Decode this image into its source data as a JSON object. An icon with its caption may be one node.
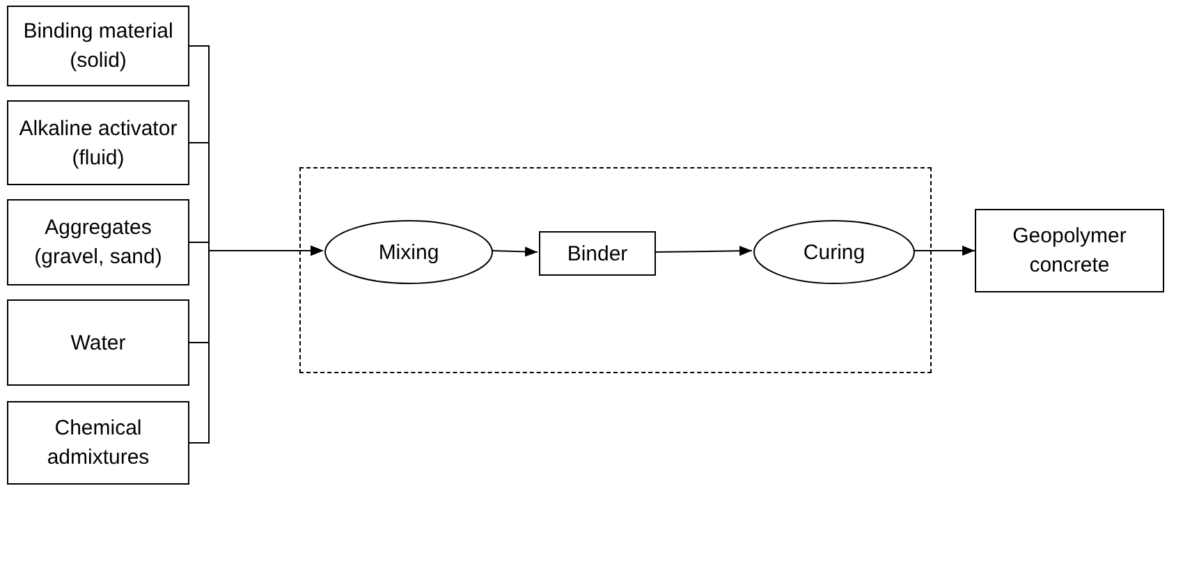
{
  "diagram": {
    "nodes": [
      {
        "text": [
          "Binding material (solid)"
        ]
      },
      {
        "text": [
          "Alkaline activator (fluid)"
        ]
      },
      {
        "text": [
          "Aggregates (gravel, sand)"
        ]
      },
      {
        "text": [
          "Water"
        ]
      },
      {
        "text": [
          "Chemical admixtures"
        ]
      },
      {
        "text": [],
        "shape": "box"
      },
      {
        "text": [
          "Mixing"
        ],
        "in": 5
      },
      {
        "text": [
          "Binder"
        ],
        "in": 5
      },
      {
        "text": [
          "Curing"
        ],
        "in": 5
      },
      {
        "text": [
          "Geopolymer concrete"
        ]
      }
    ],
    "edges": [
      {
        "from": 0,
        "to": 6,
        "arrow": "to"
      },
      {
        "from": 1,
        "to": 6,
        "arrow": "to"
      },
      {
        "from": 2,
        "to": 6,
        "arrow": "to"
      },
      {
        "from": 3,
        "to": 6,
        "arrow": "to"
      },
      {
        "from": 4,
        "to": 6,
        "arrow": "to"
      },
      {
        "from": 6,
        "to": 7,
        "arrow": "to"
      },
      {
        "from": 7,
        "to": 8,
        "arrow": "to"
      },
      {
        "from": 8,
        "to": 9,
        "arrow": "to"
      }
    ]
  }
}
